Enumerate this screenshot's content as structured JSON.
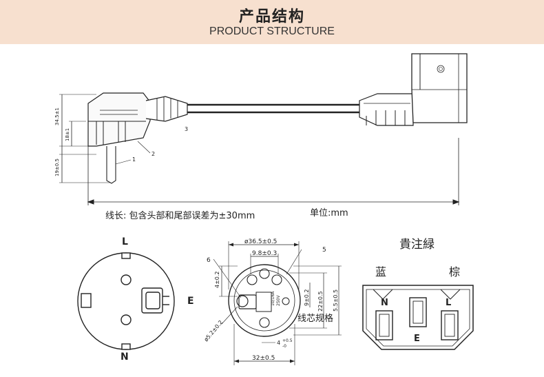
{
  "header": {
    "title_cn": "产品结构",
    "title_en": "PRODUCT STRUCTURE"
  },
  "cable": {
    "dim_34_5": "34.5±1",
    "dim_18": "18±1",
    "dim_19": "19±0.5",
    "callout_1": "1",
    "callout_2": "2",
    "callout_3": "3",
    "note_length": "线长: 包含头部和尾部误差为±30mm",
    "note_unit": "单位:mm"
  },
  "plug_front": {
    "label_l": "L",
    "label_e": "E",
    "label_n": "N"
  },
  "plug_dims": {
    "dim_36_5": "ø36.5±0.5",
    "dim_9_8": "9.8±0.3",
    "dim_4_02": "4±0.2",
    "dim_9_02": "9±0.2",
    "dim_22": "22±0.5",
    "dim_5_5": "5.5±0.5",
    "dim_5_2": "ø5.2±0.2",
    "dim_4_05": "4",
    "dim_4_05_tol_up": "+0.5",
    "dim_4_05_tol_dn": "-0",
    "dim_32": "32±0.5",
    "callout_5": "5",
    "callout_6": "6",
    "rating_1": "10/16A",
    "rating_2": "250V",
    "core_spec": "线芯规格"
  },
  "connector": {
    "title": "貴注緑",
    "label_blue": "蓝",
    "label_brown": "棕",
    "label_n": "N",
    "label_e": "E",
    "label_l": "L"
  }
}
